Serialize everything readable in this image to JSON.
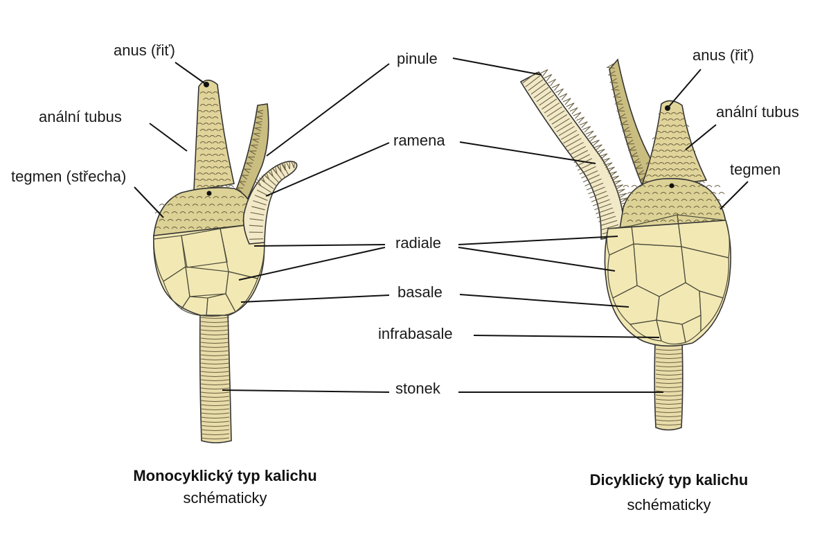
{
  "colors": {
    "tube": "#e0d49a",
    "tegmen": "#ddd296",
    "plate_light": "#f6efc6",
    "plate_mid": "#f2e8b4",
    "plate_dark": "#dcd2a0",
    "basal": "#ddd3a0",
    "stem": "#e8dcaa",
    "arm": "#f1e9c8",
    "pinnule_arm": "#c9bd80",
    "line": "#111111"
  },
  "labels": {
    "anus_left": "anus (řiť)",
    "anal_tube_left": "anální tubus",
    "tegmen_left": "tegmen (střecha)",
    "pinule": "pinule",
    "ramena": "ramena",
    "radiale": "radiale",
    "basale": "basale",
    "infrabasale": "infrabasale",
    "stonek": "stonek",
    "anus_right": "anus (řiť)",
    "anal_tube_right": "anální tubus",
    "tegmen_right": "tegmen"
  },
  "captions": {
    "left_title": "Monocyklický typ kalichu",
    "left_sub": "schématicky",
    "right_title": "Dicyklický typ kalichu",
    "right_sub": "schématicky"
  }
}
